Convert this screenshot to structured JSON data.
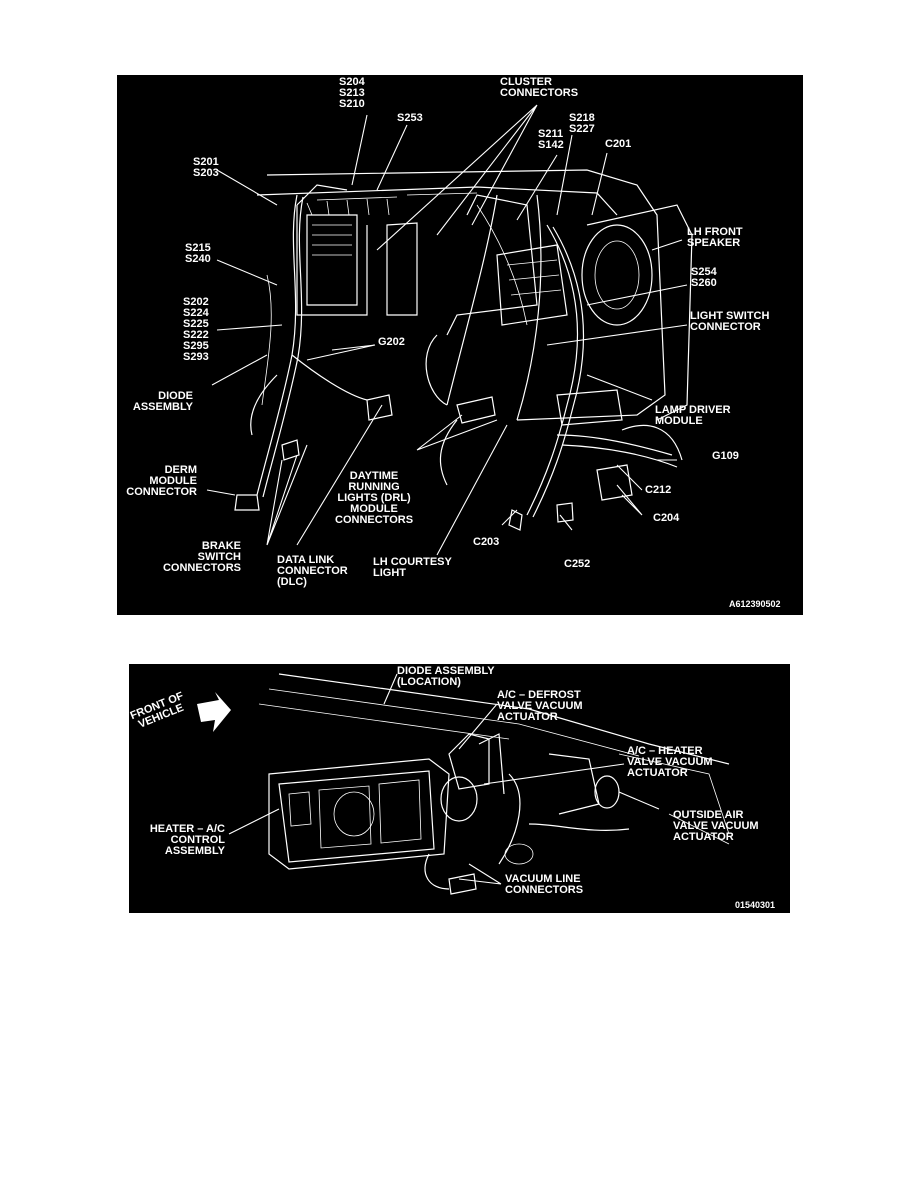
{
  "figure1": {
    "labels": {
      "s204_group": "S204\nS213\nS210",
      "s253": "S253",
      "cluster_connectors": "CLUSTER\nCONNECTORS",
      "s218_group": "S218\nS227",
      "s211_group": "S211\nS142",
      "c201": "C201",
      "s201_group": "S201\nS203",
      "lh_front_speaker": "LH FRONT\nSPEAKER",
      "s215_group": "S215\nS240",
      "s254_group": "S254\nS260",
      "s202_group": "S202\nS224\nS225\nS222\nS295\nS293",
      "light_switch_connector": "LIGHT SWITCH\nCONNECTOR",
      "g202": "G202",
      "diode_assembly": "DIODE\nASSEMBLY",
      "lamp_driver_module": "LAMP DRIVER\nMODULE",
      "g109": "G109",
      "derm_module_connector": "DERM\nMODULE\nCONNECTOR",
      "c212": "C212",
      "daytime_running_lights": "DAYTIME\nRUNNING\nLIGHTS (DRL)\nMODULE\nCONNECTORS",
      "c204": "C204",
      "brake_switch_connectors": "BRAKE\nSWITCH\nCONNECTORS",
      "data_link_connector": "DATA LINK\nCONNECTOR\n(DLC)",
      "lh_courtesy_light": "LH COURTESY\nLIGHT",
      "c203": "C203",
      "c252": "C252"
    },
    "code": "A612390502"
  },
  "figure2": {
    "labels": {
      "diode_assembly_location": "DIODE ASSEMBLY\n(LOCATION)",
      "front_of_vehicle": "FRONT OF\nVEHICLE",
      "ac_defrost": "A/C – DEFROST\nVALVE VACUUM\nACTUATOR",
      "ac_heater": "A/C – HEATER\nVALVE VACUUM\nACTUATOR",
      "outside_air": "OUTSIDE AIR\nVALVE VACUUM\nACTUATOR",
      "heater_ac_control": "HEATER – A/C\nCONTROL\nASSEMBLY",
      "vacuum_line_connectors": "VACUUM LINE\nCONNECTORS"
    },
    "code": "01540301"
  }
}
